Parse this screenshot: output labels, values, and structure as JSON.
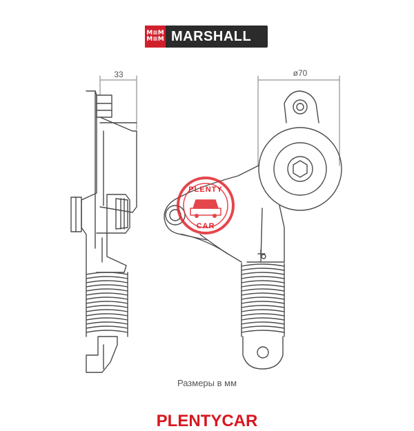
{
  "brand": {
    "mark_top": "M≡M",
    "mark_bottom": "M≡M",
    "name": "MARSHALL"
  },
  "dimensions": {
    "width_label": "33",
    "diameter_label": "ø70"
  },
  "stamp": {
    "top_text": "PLENTY",
    "bottom_text": "CAR",
    "color": "#e0262d"
  },
  "caption": "Размеры в мм",
  "watermark": "PLENTYCAR",
  "colors": {
    "line": "#4a4a4a",
    "dim_line": "#7a7a7a",
    "accent": "#d8171f"
  }
}
